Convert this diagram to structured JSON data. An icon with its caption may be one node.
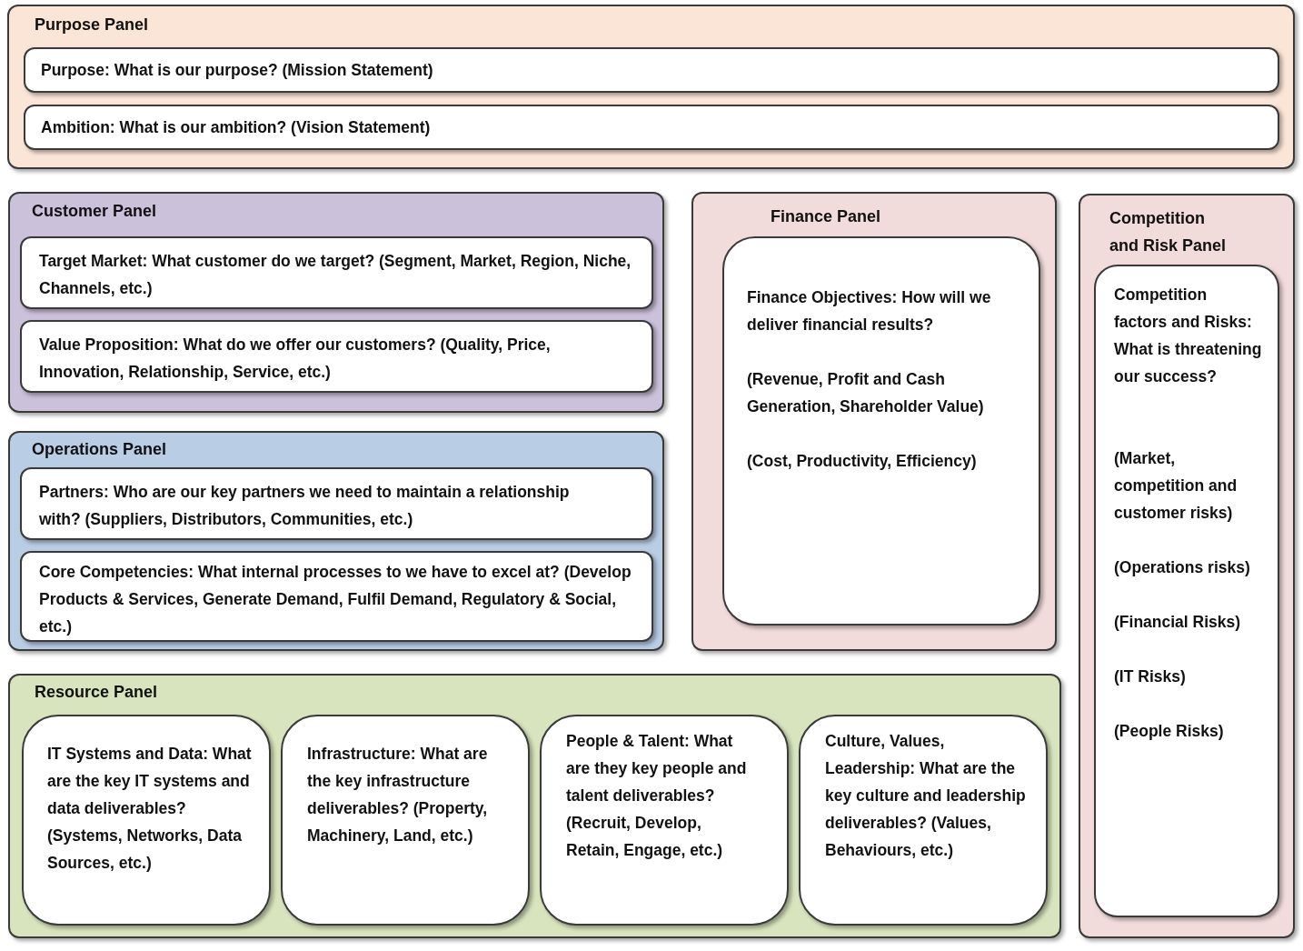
{
  "diagram": {
    "nodes": [
      {
        "text": [
          "Purpose Panel"
        ]
      },
      {
        "text": [
          "Purpose: What is our purpose? (Mission Statement)"
        ],
        "in": 0
      },
      {
        "text": [
          "Ambition: What is our ambition? (Vision Statement)"
        ],
        "in": 0
      },
      {
        "text": [
          "Customer Panel"
        ]
      },
      {
        "text": [
          "Target Market: What customer do we target? (Segment, Market, Region, Niche, Channels, etc.)"
        ],
        "in": 3
      },
      {
        "text": [
          "Value Proposition: What do we offer our customers? (Quality, Price, Innovation, Relationship, Service, etc.)"
        ],
        "in": 3
      },
      {
        "text": [
          "Finance Panel"
        ]
      },
      {
        "text": [
          "Finance Objectives: How will we deliver financial results?",
          "(Revenue, Profit and Cash Generation, Shareholder Value)",
          "(Cost, Productivity, Efficiency)"
        ],
        "in": 6
      },
      {
        "text": [
          "Competition and Risk Panel"
        ]
      },
      {
        "text": [
          "Competition factors and Risks: What is threatening our success?",
          "(Market, competition and customer risks)",
          "(Operations risks)",
          "(Financial Risks)",
          "(IT Risks)",
          "(People Risks)"
        ],
        "in": 8
      },
      {
        "text": [
          "Operations Panel"
        ]
      },
      {
        "text": [
          "Partners: Who are our key partners we need to maintain a relationship with? (Suppliers, Distributors, Communities, etc.)"
        ],
        "in": 10
      },
      {
        "text": [
          "Core Competencies: What internal processes to we have to excel at? (Develop Products & Services, Generate Demand, Fulfil Demand, Regulatory & Social, etc.)"
        ],
        "in": 10
      },
      {
        "text": [
          "Resource Panel"
        ]
      },
      {
        "text": [
          "IT Systems and Data: What are the key IT systems and data deliverables? (Systems, Networks, Data Sources, etc.)"
        ],
        "in": 13
      },
      {
        "text": [
          "Infrastructure: What are the key infrastructure deliverables? (Property, Machinery, Land, etc.)"
        ],
        "in": 13
      },
      {
        "text": [
          "People & Talent: What are they key people and talent deliverables? (Recruit, Develop, Retain, Engage, etc.)"
        ],
        "in": 13
      },
      {
        "text": [
          "Culture, Values, Leadership: What are the key culture and leadership deliverables? (Values, Behaviours, etc.)"
        ],
        "in": 13
      }
    ]
  }
}
